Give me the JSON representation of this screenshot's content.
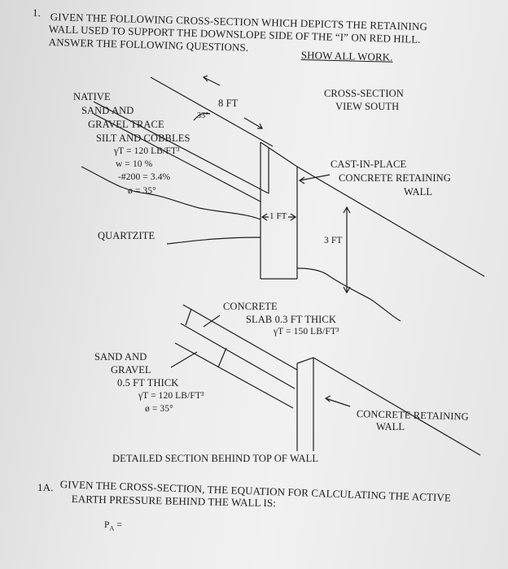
{
  "problem": {
    "number": "1.",
    "line1": "GIVEN THE FOLLOWING CROSS-SECTION WHICH DEPICTS THE RETAINING",
    "line2": "WALL USED TO SUPPORT THE DOWNSLOPE SIDE OF THE “I” ON RED HILL.",
    "line3": "ANSWER THE FOLLOWING QUESTIONS.",
    "show_work": "SHOW ALL WORK."
  },
  "cross_section": {
    "view_line1": "CROSS-SECTION",
    "view_line2": "VIEW SOUTH",
    "distance": "8 FT",
    "angle": "33°",
    "native_lines": [
      "NATIVE",
      "SAND AND",
      "GRAVEL TRACE",
      "SILT AND COBBLES"
    ],
    "soil_props": [
      "γT = 120 LB/FT³",
      "w = 10 %",
      "-#200 = 3.4%",
      "ø = 35°"
    ],
    "bedrock": "QUARTZITE",
    "wall_label": [
      "CAST-IN-PLACE",
      "CONCRETE RETAINING",
      "WALL"
    ],
    "wall_width": "1 FT",
    "wall_height": "3 FT"
  },
  "detail": {
    "concrete": [
      "CONCRETE",
      "SLAB 0.3 FT THICK",
      "γT = 150 LB/FT³"
    ],
    "sand": [
      "SAND AND",
      "GRAVEL",
      "0.5 FT THICK",
      "γT = 120 LB/FT³",
      "ø = 35°"
    ],
    "wall_label": [
      "CONCRETE RETAINING",
      "WALL"
    ],
    "caption": "DETAILED SECTION BEHIND TOP OF WALL"
  },
  "question_1a": {
    "number": "1A.",
    "line1": "GIVEN THE CROSS-SECTION, THE EQUATION FOR CALCULATING THE ACTIVE",
    "line2": "EARTH PRESSURE BEHIND THE WALL IS:",
    "answer_label": "P",
    "answer_sub": "A",
    "answer_eq": " ="
  }
}
